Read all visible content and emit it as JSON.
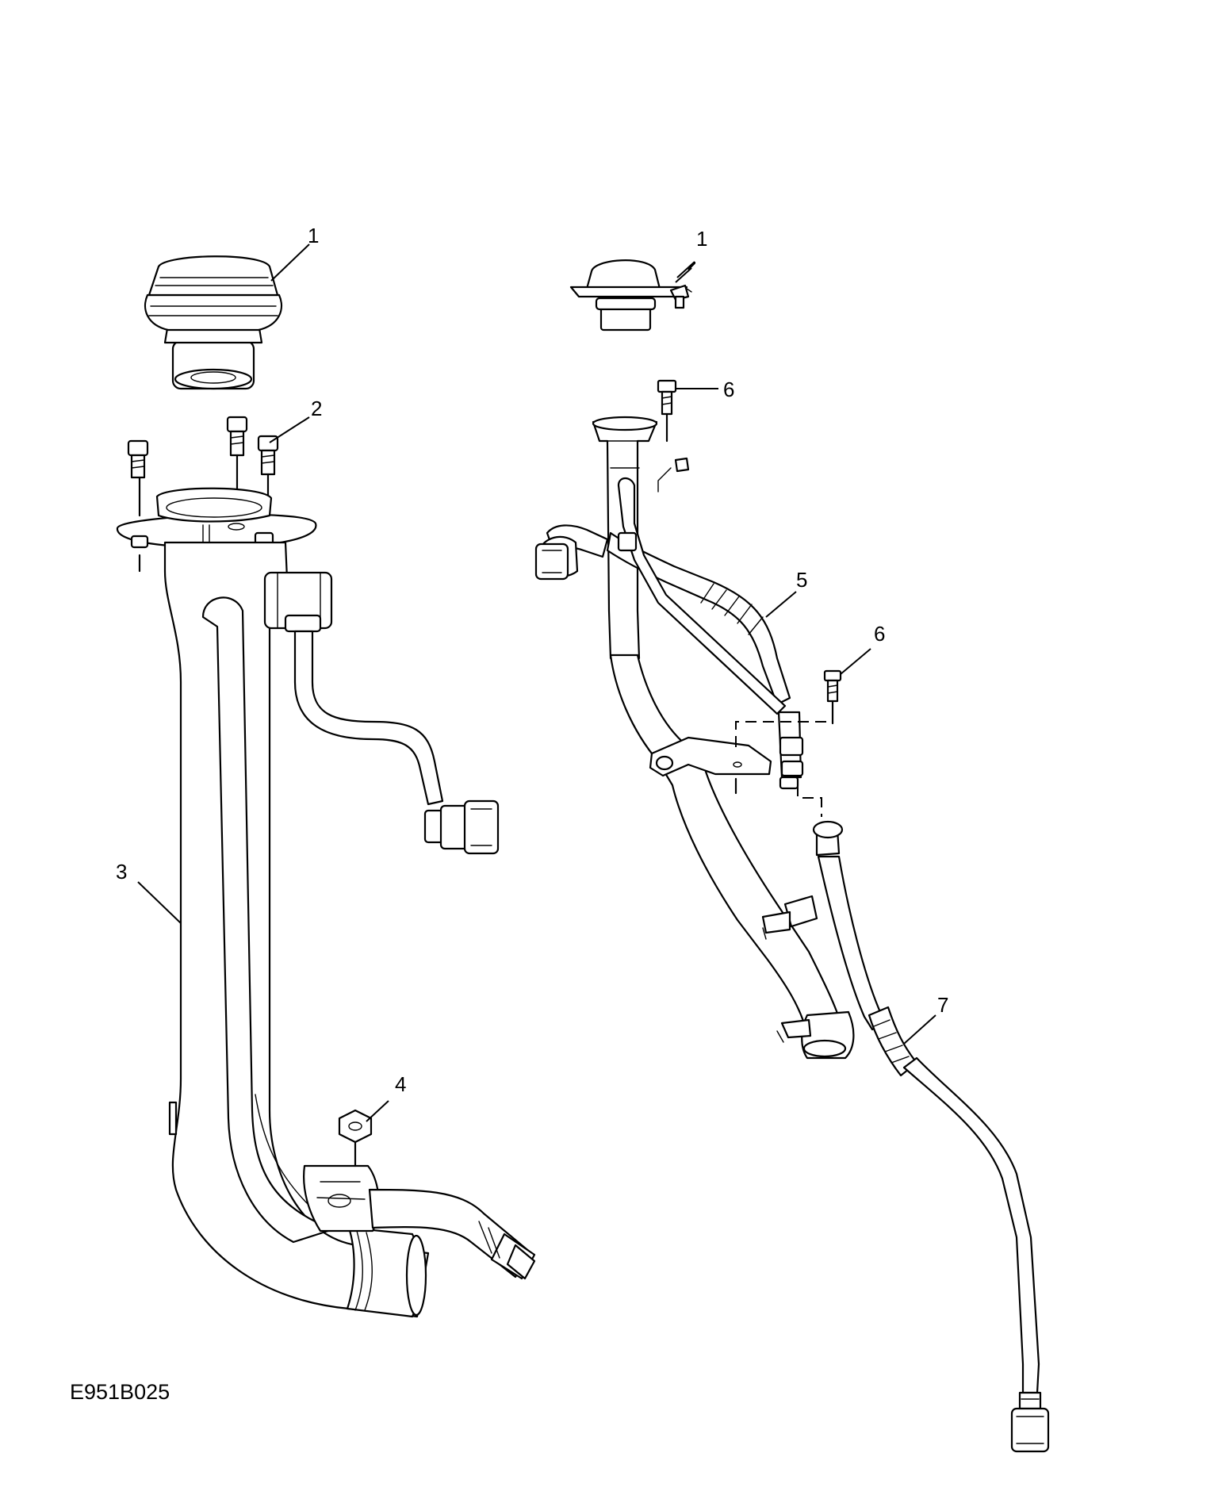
{
  "figure": {
    "reference_code": "E951B025",
    "callouts": [
      {
        "id": "callout-1-left",
        "label": "1"
      },
      {
        "id": "callout-1-right",
        "label": "1"
      },
      {
        "id": "callout-2",
        "label": "2"
      },
      {
        "id": "callout-3",
        "label": "3"
      },
      {
        "id": "callout-4",
        "label": "4"
      },
      {
        "id": "callout-5",
        "label": "5"
      },
      {
        "id": "callout-6-top",
        "label": "6"
      },
      {
        "id": "callout-6-mid",
        "label": "6"
      },
      {
        "id": "callout-7",
        "label": "7"
      }
    ]
  }
}
